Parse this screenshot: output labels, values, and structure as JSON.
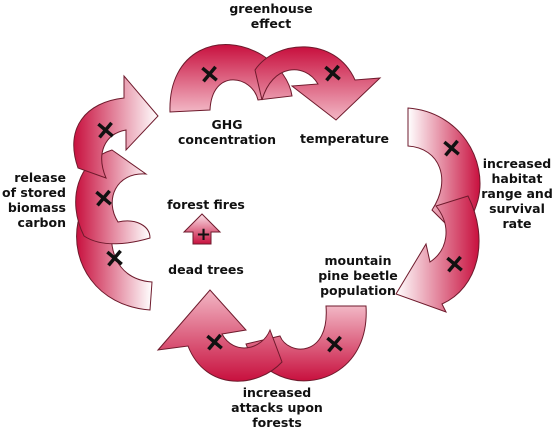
{
  "labels": {
    "greenhouse_effect": "greenhouse\neffect",
    "ghg_concentration": "GHG\nconcentration",
    "temperature": "temperature",
    "habitat": "increased\nhabitat\nrange and\nsurvival\nrate",
    "beetle": "mountain\npine beetle\npopulation",
    "attacks": "increased\nattacks upon\nforests",
    "release": "release\nof stored\nbiomass\ncarbon",
    "forest_fires": "forest fires",
    "dead_trees": "dead trees"
  },
  "signs": {
    "greenhouse_left": "+",
    "greenhouse_right": "+",
    "habitat_upper": "+",
    "habitat_lower": "+",
    "attacks_right": "+",
    "attacks_left": "+",
    "release_upper": "+",
    "release_middle": "+",
    "release_lower": "+",
    "dead_trees_to_fires": "+"
  },
  "colors": {
    "arrow_dark": "#c8103e",
    "arrow_light": "#ffffff",
    "outline": "#6e1a2c"
  }
}
